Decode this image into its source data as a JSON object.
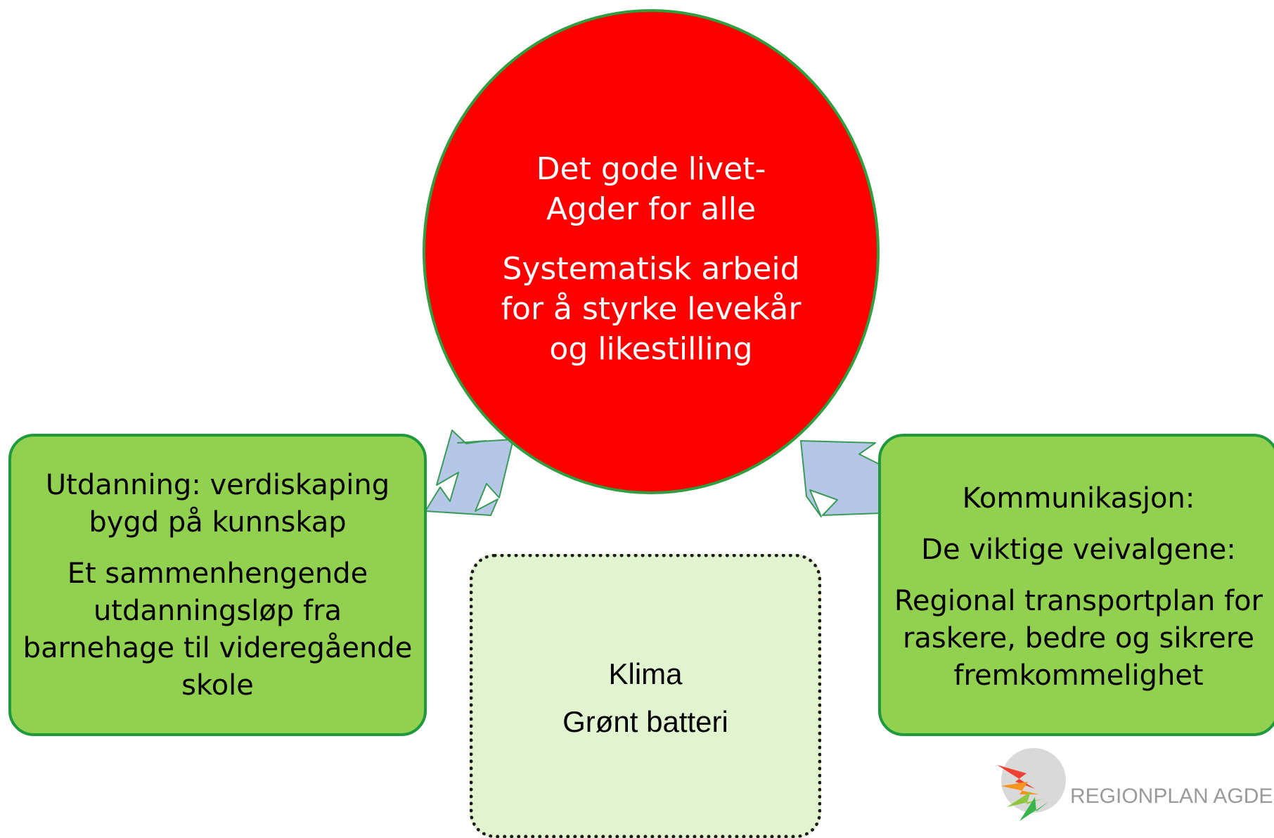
{
  "center": {
    "line1": "Det gode livet-",
    "line2": "Agder for alle",
    "line3": "Systematisk arbeid",
    "line4": "for å styrke levekår",
    "line5": "og likestilling"
  },
  "left_box": {
    "line1": "Utdanning: verdiskaping",
    "line2": "bygd på kunnskap",
    "line3": "Et sammenhengende",
    "line4": "utdanningsløp  fra",
    "line5": "barnehage til videregående",
    "line6": "skole"
  },
  "right_box": {
    "line1": "Kommunikasjon:",
    "line2": "De viktige veivalgene:",
    "line3": "Regional transportplan for",
    "line4": "raskere, bedre og sikrere",
    "line5": "fremkommelighet"
  },
  "klima_box": {
    "line1": "Klima",
    "line2": "Grønt batteri"
  },
  "logo": {
    "text": "REGIONPLAN AGDER"
  },
  "colors": {
    "circle_fill": "#ff0000",
    "box_fill": "#92d050",
    "klima_fill": "#e1f3cf",
    "arrow_fill": "#b4c7e7"
  }
}
